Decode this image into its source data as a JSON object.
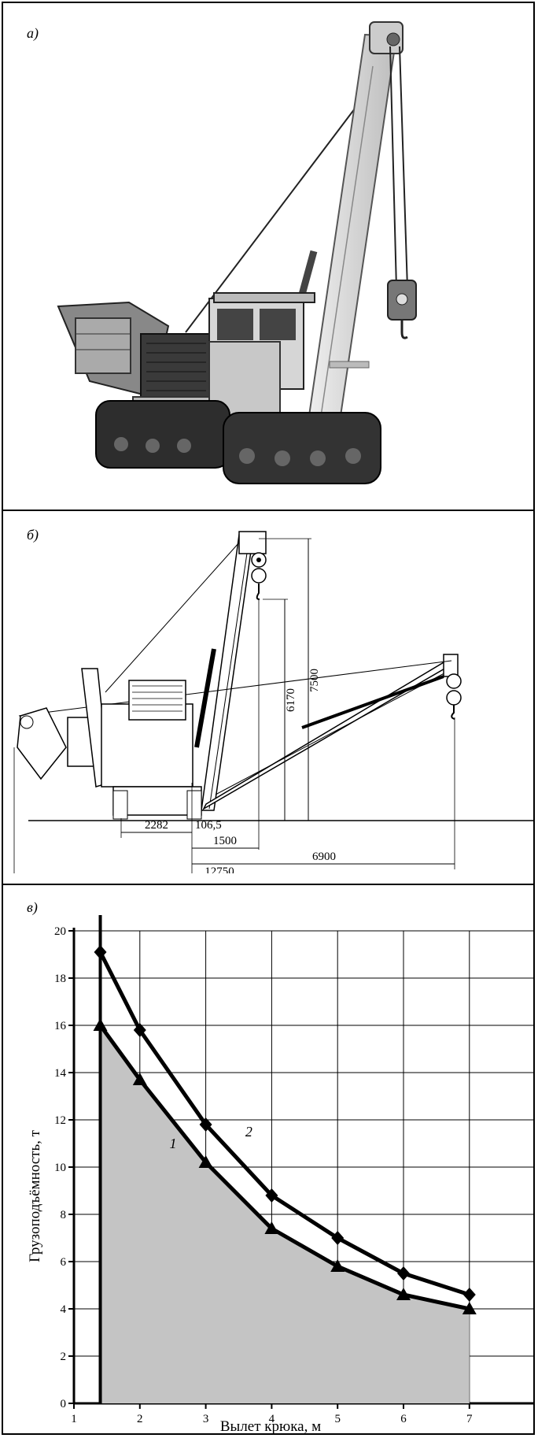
{
  "panels": {
    "a": {
      "label": "а)"
    },
    "b": {
      "label": "б)",
      "dimensions": {
        "hook_height_max": "7500",
        "hook_height_min": "6170",
        "track_gauge": "2282",
        "pivot_offset": "106,5",
        "reach_min": "1500",
        "reach_max": "6900",
        "overall_width": "12750"
      }
    },
    "c": {
      "label": "в)"
    }
  },
  "chart_data": {
    "type": "line",
    "xlabel": "Вылет крюка, м",
    "ylabel": "Грузоподъёмность, т",
    "xlim": [
      1,
      7
    ],
    "ylim": [
      0,
      20
    ],
    "xticks": [
      1,
      2,
      3,
      4,
      5,
      6,
      7
    ],
    "yticks": [
      0,
      2,
      4,
      6,
      8,
      10,
      12,
      14,
      16,
      18,
      20
    ],
    "grid": true,
    "series": [
      {
        "name": "1",
        "marker": "triangle",
        "x": [
          1.4,
          2,
          3,
          4,
          5,
          6,
          7
        ],
        "y": [
          16,
          13.7,
          10.2,
          7.4,
          5.8,
          4.6,
          4.0
        ],
        "fill": "#c4c4c4"
      },
      {
        "name": "2",
        "marker": "diamond",
        "x": [
          1.4,
          2,
          3,
          4,
          5,
          6,
          7
        ],
        "y": [
          19.1,
          15.8,
          11.8,
          8.8,
          7.0,
          5.5,
          4.6
        ]
      }
    ],
    "vertical_line_x": 1.4
  }
}
